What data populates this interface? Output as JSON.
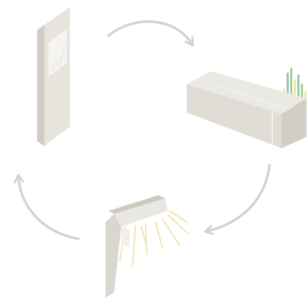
{
  "diagram": {
    "kind": "cycle",
    "direction": "clockwise",
    "nodes": [
      {
        "id": "panel",
        "icon": "tall-panel-with-screen-icon"
      },
      {
        "id": "module",
        "icon": "rectangular-module-with-bar-graph-icon"
      },
      {
        "id": "fixture",
        "icon": "angled-light-fixture-emitting-rays-icon"
      }
    ],
    "arrows": [
      {
        "from": "panel",
        "to": "module"
      },
      {
        "from": "module",
        "to": "fixture"
      },
      {
        "from": "fixture",
        "to": "panel"
      }
    ]
  },
  "colors": {
    "background": "#ffffff",
    "arrow": "#d3d2cd",
    "object_light": "#e6e4dd",
    "object_mid": "#d9d6cf",
    "object_dark": "#cdc9c1",
    "screen": "#f5f4f1",
    "bar_green": "#a9cf8d",
    "bar_teal": "#8fc7c1",
    "bar_yellow": "#efe49a",
    "rays": "#f1e7b4"
  }
}
